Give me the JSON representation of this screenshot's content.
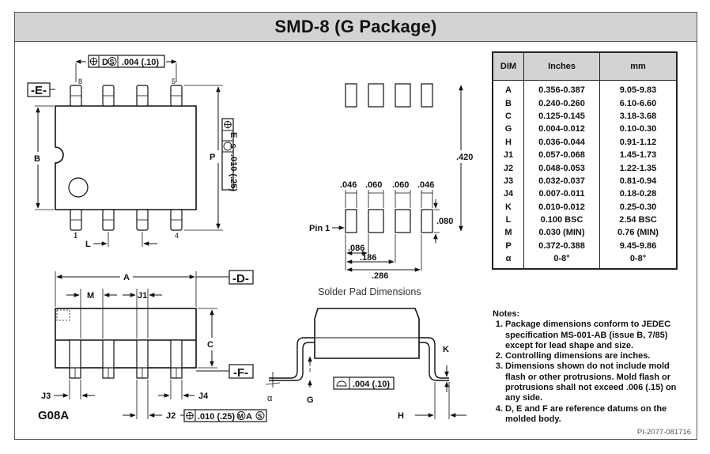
{
  "title": "SMD-8 (G Package)",
  "table": {
    "headers": [
      "DIM",
      "Inches",
      "mm"
    ],
    "rows": [
      [
        "A",
        "0.356-0.387",
        "9.05-9.83"
      ],
      [
        "B",
        "0.240-0.260",
        "6.10-6.60"
      ],
      [
        "C",
        "0.125-0.145",
        "3.18-3.68"
      ],
      [
        "G",
        "0.004-0.012",
        "0.10-0.30"
      ],
      [
        "H",
        "0.036-0.044",
        "0.91-1.12"
      ],
      [
        "J1",
        "0.057-0.068",
        "1.45-1.73"
      ],
      [
        "J2",
        "0.048-0.053",
        "1.22-1.35"
      ],
      [
        "J3",
        "0.032-0.037",
        "0.81-0.94"
      ],
      [
        "J4",
        "0.007-0.011",
        "0.18-0.28"
      ],
      [
        "K",
        "0.010-0.012",
        "0.25-0.30"
      ],
      [
        "L",
        "0.100 BSC",
        "2.54 BSC"
      ],
      [
        "M",
        "0.030 (MIN)",
        "0.76 (MIN)"
      ],
      [
        "P",
        "0.372-0.388",
        "9.45-9.86"
      ],
      [
        "α",
        "0-8°",
        "0-8°"
      ]
    ]
  },
  "notes": {
    "header": "Notes:",
    "items": [
      "Package dimensions conform to JEDEC specification MS-001-AB (issue B, 7/85) except for lead shape and size.",
      "Controlling dimensions are inches.",
      "Dimensions shown do not include mold flash or other protrusions. Mold flash or protrusions shall not exceed .006 (.15) on any side.",
      "D, E and F are reference datums on the molded body."
    ]
  },
  "top_view": {
    "datum_e": "-E-",
    "tol_top": ".004 (.10)",
    "tol_top_datum": "D",
    "tol_top_mod": "S",
    "tol_right": ".010 (.25)",
    "tol_right_datum": "E",
    "tol_right_mod": "S",
    "pin_8": "8",
    "pin_5": "5",
    "pin_1": "1",
    "pin_4": "4",
    "dim_b": "B",
    "dim_p": "P",
    "dim_l": "L"
  },
  "side_view": {
    "datum_d": "-D-",
    "datum_f": "-F-",
    "dim_a": "A",
    "dim_m": "M",
    "dim_j1": "J1",
    "dim_c": "C",
    "dim_j3": "J3",
    "dim_j4": "J4",
    "dim_j2": "J2",
    "package_code": "G08A",
    "tol_bottom": ".010 (.25)",
    "tol_bottom_m": "M",
    "tol_bottom_a": "A",
    "tol_bottom_s": "S"
  },
  "solder_pad": {
    "caption": "Solder Pad Dimensions",
    "dim_420": ".420",
    "dim_046a": ".046",
    "dim_060a": ".060",
    "dim_060b": ".060",
    "dim_046b": ".046",
    "dim_080": ".080",
    "dim_086": ".086",
    "dim_186": ".186",
    "dim_286": ".286",
    "pin1": "Pin 1"
  },
  "end_view": {
    "dim_k": "K",
    "dim_g": "G",
    "dim_h": "H",
    "alpha": "α",
    "tol_flat": ".004 (.10)"
  },
  "drawing_number": "PI-2077-081716"
}
